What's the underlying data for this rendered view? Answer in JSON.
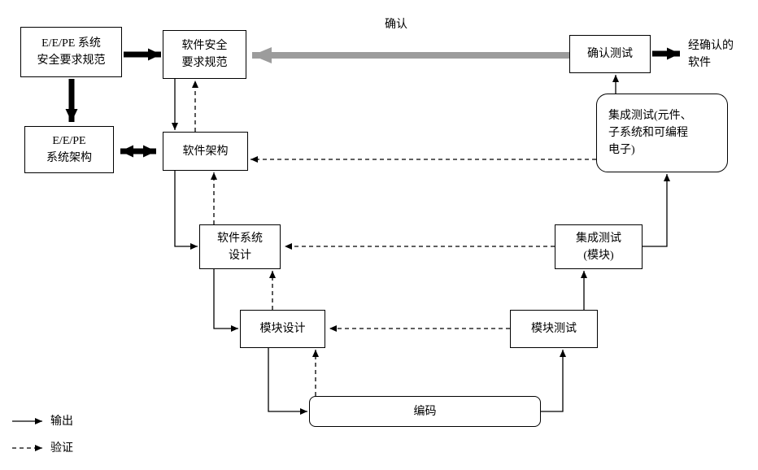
{
  "diagram": {
    "labels": {
      "validation": "确认",
      "validated_software": [
        "经确认的",
        "软件"
      ]
    },
    "boxes": {
      "eepe_req": {
        "lines": [
          "E/E/PE 系统",
          "安全要求规范"
        ]
      },
      "sw_safety_req": {
        "lines": [
          "软件安全",
          "要求规范"
        ]
      },
      "eepe_arch": {
        "lines": [
          "E/E/PE",
          "系统架构"
        ]
      },
      "sw_arch": {
        "lines": [
          "软件架构"
        ]
      },
      "sw_sys_design": {
        "lines": [
          "软件系统",
          "设计"
        ]
      },
      "module_design": {
        "lines": [
          "模块设计"
        ]
      },
      "coding": {
        "lines": [
          "编码"
        ]
      },
      "module_test": {
        "lines": [
          "模块测试"
        ]
      },
      "integration_test_module": {
        "lines": [
          "集成测试",
          "(模块)"
        ]
      },
      "integration_test_pe": {
        "lines": [
          "集成测试(元件、",
          "子系统和可编程",
          "电子)"
        ]
      },
      "validation_test": {
        "lines": [
          "确认测试"
        ]
      }
    },
    "legend": {
      "output": "输出",
      "verification": "验证"
    },
    "colors": {
      "line": "#000000",
      "validation_arrow": "#9c9c9c",
      "background": "#ffffff"
    }
  }
}
